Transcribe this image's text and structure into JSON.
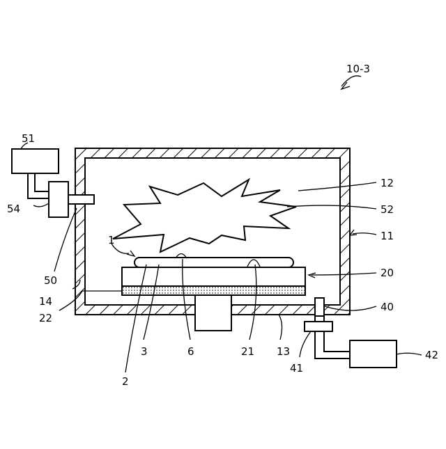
{
  "figure_id": "10-3",
  "labels": {
    "l1": "1",
    "l2": "2",
    "l3": "3",
    "l6": "6",
    "l11": "11",
    "l12": "12",
    "l13": "13",
    "l14": "14",
    "l20": "20",
    "l21": "21",
    "l22": "22",
    "l40": "40",
    "l41": "41",
    "l42": "42",
    "l50": "50",
    "l51": "51",
    "l52": "52",
    "l54": "54"
  }
}
